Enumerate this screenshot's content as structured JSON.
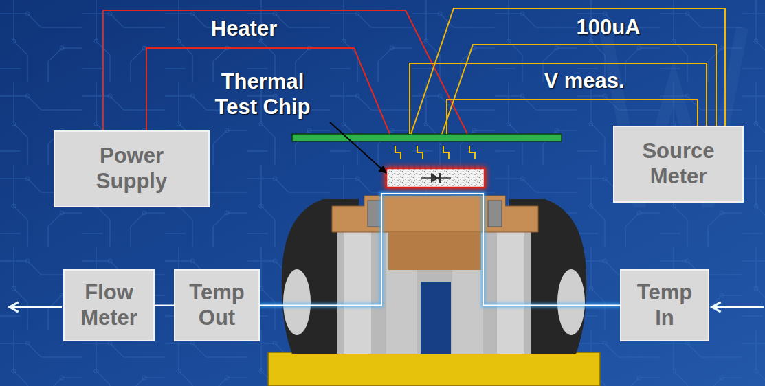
{
  "diagram": {
    "nodes": [
      {
        "text": [
          "Power Supply"
        ]
      },
      {
        "text": [
          "Source Meter"
        ]
      },
      {
        "text": [
          "Flow Meter"
        ]
      },
      {
        "text": [
          "Temp Out"
        ]
      },
      {
        "text": [
          "Temp In"
        ]
      }
    ],
    "edges": [
      {
        "from": 4,
        "to": 3,
        "arrow": "none"
      },
      {
        "from": 3,
        "to": 2,
        "arrow": "none"
      }
    ],
    "labels": [
      "Heater",
      "100uA",
      "Thermal Test Chip",
      "V meas."
    ]
  }
}
